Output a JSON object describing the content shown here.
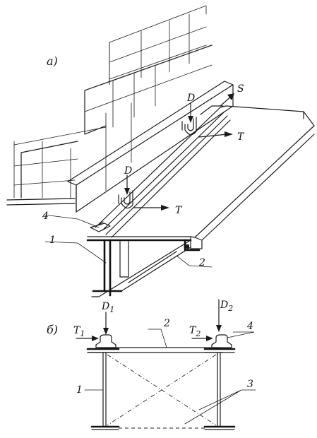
{
  "figure": {
    "part_a_label": "а)",
    "part_b_label": "б)",
    "force_d": "D",
    "force_t": "T",
    "force_s": "S",
    "num_1": "1",
    "num_2": "2",
    "num_3": "3",
    "num_4": "4",
    "force_d1": "D",
    "sub_1": "1",
    "force_d2": "D",
    "sub_2": "2",
    "force_t1": "T",
    "force_t2": "T"
  }
}
